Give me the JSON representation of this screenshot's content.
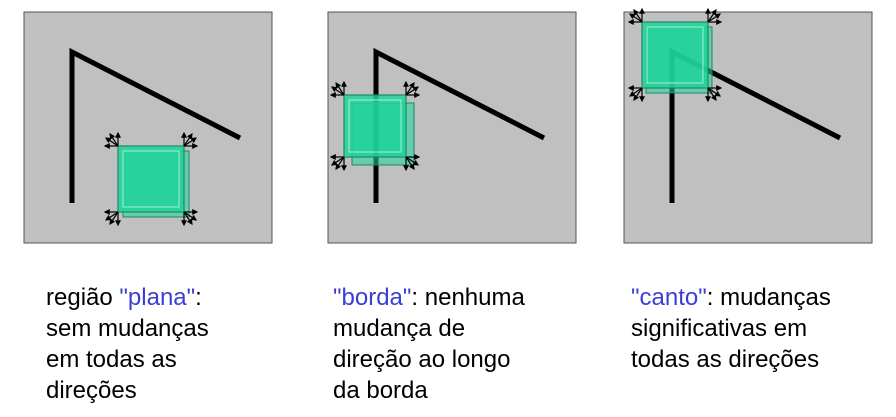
{
  "colors": {
    "panel_fill": "#c0c0c0",
    "panel_border": "#555555",
    "line": "#000000",
    "window_fill": "#1fd49a",
    "window_stroke": "#1a8a66",
    "arrow": "#000000",
    "keyword": "#3b3fd0"
  },
  "panels": [
    {
      "id": "flat",
      "caption": {
        "lines": [
          [
            "região ",
            "\"plana\"",
            ":"
          ],
          [
            "sem mudanças"
          ],
          [
            "em todas as"
          ],
          [
            "direções"
          ]
        ]
      }
    },
    {
      "id": "edge",
      "caption": {
        "lines": [
          [
            "",
            "\"borda\"",
            ": nenhuma"
          ],
          [
            "mudança de"
          ],
          [
            "direção ao longo"
          ],
          [
            "da borda"
          ]
        ]
      }
    },
    {
      "id": "corner",
      "caption": {
        "lines": [
          [
            "",
            "\"canto\"",
            ": mudanças"
          ],
          [
            "significativas em"
          ],
          [
            "todas as direções"
          ]
        ]
      }
    }
  ]
}
